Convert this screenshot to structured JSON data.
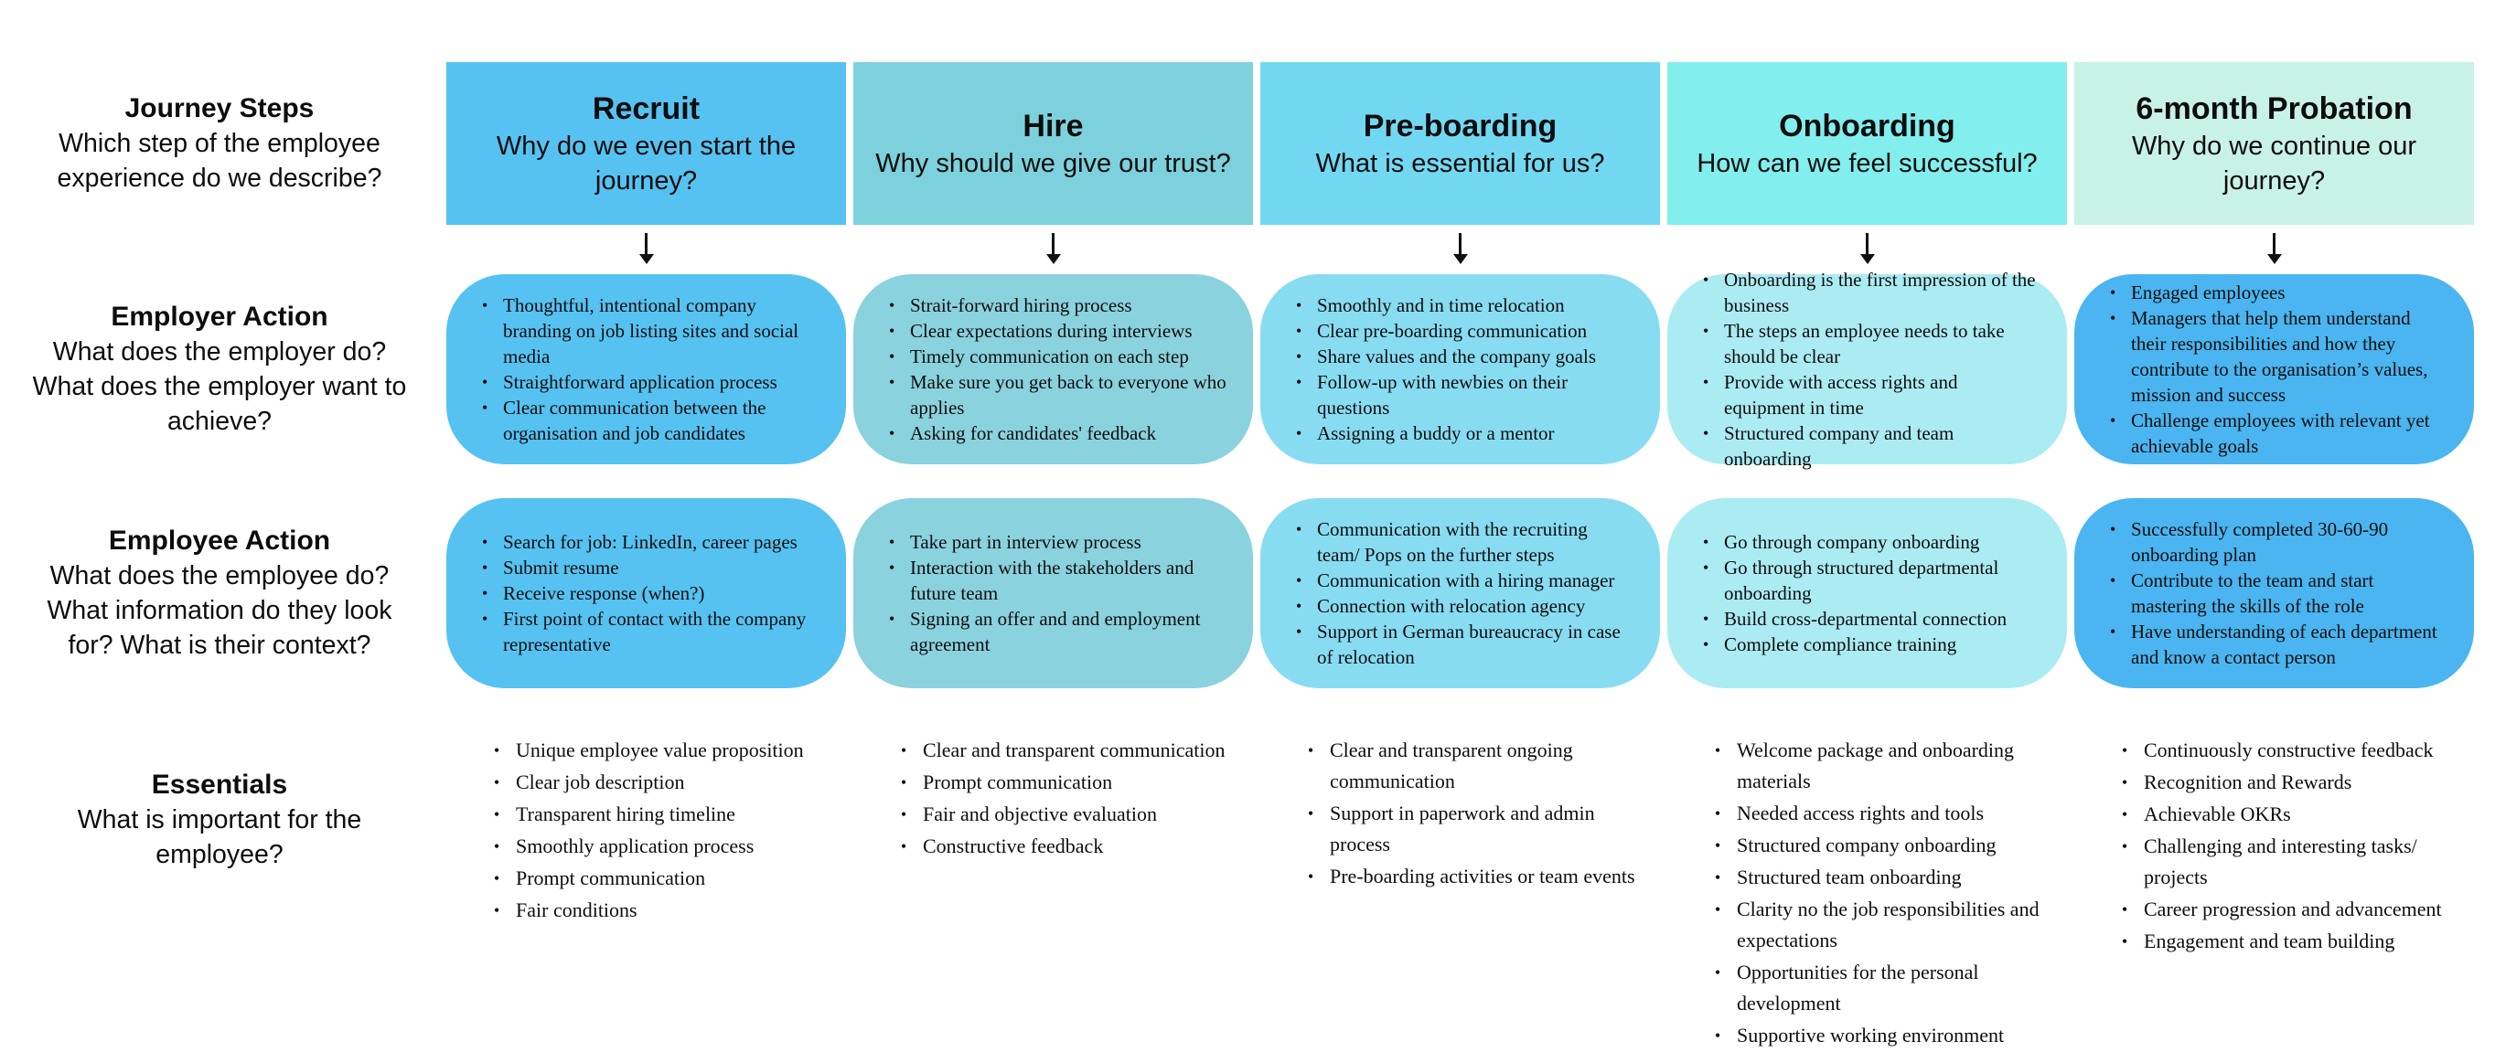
{
  "left_labels": [
    {
      "title": "Journey Steps",
      "desc": "Which step of the employee experience do we describe?"
    },
    {
      "title": "Employer Action",
      "desc": "What does the employer do? What does the employer want to achieve?"
    },
    {
      "title": "Employee Action",
      "desc": "What does the employee do? What information do they look for? What is their context?"
    },
    {
      "title": "Essentials",
      "desc": "What is important for the employee?"
    }
  ],
  "columns": [
    {
      "title": "Recruit",
      "subtitle": "Why do we even start the journey?",
      "header_color": "#56C2F1",
      "card_color": "#56C2F1",
      "employer_actions": [
        "Thoughtful, intentional company branding on job listing sites and social media",
        "Straightforward application process",
        "Clear communication between the organisation and job candidates"
      ],
      "employee_actions": [
        "Search for job: LinkedIn, career pages",
        "Submit resume",
        "Receive response (when?)",
        "First point of contact with the company representative"
      ],
      "essentials": [
        "Unique employee value proposition",
        "Clear job description",
        "Transparent hiring timeline",
        "Smoothly application process",
        "Prompt communication",
        "Fair conditions"
      ]
    },
    {
      "title": "Hire",
      "subtitle": "Why should we give our trust?",
      "header_color": "#7CD1DC",
      "card_color": "#8AD2DD",
      "employer_actions": [
        "Strait-forward hiring process",
        "Clear expectations during interviews",
        "Timely communication on each step",
        "Make sure you get back to everyone who applies",
        "Asking for candidates' feedback"
      ],
      "employee_actions": [
        "Take part in interview process",
        "Interaction with the stakeholders and future team",
        "Signing an offer and and employment agreement"
      ],
      "essentials": [
        "Clear and transparent communication",
        "Prompt communication",
        "Fair and objective evaluation",
        "Constructive feedback"
      ]
    },
    {
      "title": "Pre-boarding",
      "subtitle": "What is essential for us?",
      "header_color": "#72D8F2",
      "card_color": "#87DCF2",
      "employer_actions": [
        "Smoothly and in time relocation",
        "Clear pre-boarding communication",
        "Share values and the company goals",
        "Follow-up with newbies on their questions",
        "Assigning a buddy or a mentor"
      ],
      "employee_actions": [
        "Communication with the recruiting team/ Pops on the further steps",
        "Communication with a hiring manager",
        "Connection with relocation agency",
        "Support in German bureaucracy in case of relocation"
      ],
      "essentials": [
        "Clear and transparent ongoing communication",
        "Support in paperwork and admin process",
        "Pre-boarding activities or team events"
      ]
    },
    {
      "title": "Onboarding",
      "subtitle": "How can we feel successful?",
      "header_color": "#82EEEE",
      "card_color": "#ABEBF2",
      "employer_actions": [
        "Onboarding is the first impression of the business",
        "The steps an employee needs to take should be clear",
        "Provide with access rights and equipment in time",
        "Structured company and team onboarding"
      ],
      "employee_actions": [
        "Go through company onboarding",
        "Go through structured departmental onboarding",
        "Build cross-departmental connection",
        "Complete compliance training"
      ],
      "essentials": [
        "Welcome package and onboarding materials",
        "Needed access rights and tools",
        "Structured company onboarding",
        "Structured team onboarding",
        "Clarity no the job responsibilities and expectations",
        "Opportunities for the personal development",
        "Supportive working environment"
      ]
    },
    {
      "title": "6-month Probation",
      "subtitle": "Why do we continue our journey?",
      "header_color": "#C9F2E7",
      "card_color": "#4AB5F0",
      "employer_actions": [
        "Engaged employees",
        "Managers that help them understand their responsibilities and how they contribute to the organisation’s values, mission and success",
        "Challenge employees with relevant yet achievable goals"
      ],
      "employee_actions": [
        "Successfully completed 30-60-90 onboarding plan",
        "Contribute to the team and start mastering the skills of the role",
        "Have understanding of each department and know a contact person"
      ],
      "essentials": [
        "Continuously constructive feedback",
        "Recognition and Rewards",
        "Achievable OKRs",
        "Challenging and interesting tasks/ projects",
        "Career progression and advancement",
        "Engagement and team building"
      ]
    }
  ]
}
